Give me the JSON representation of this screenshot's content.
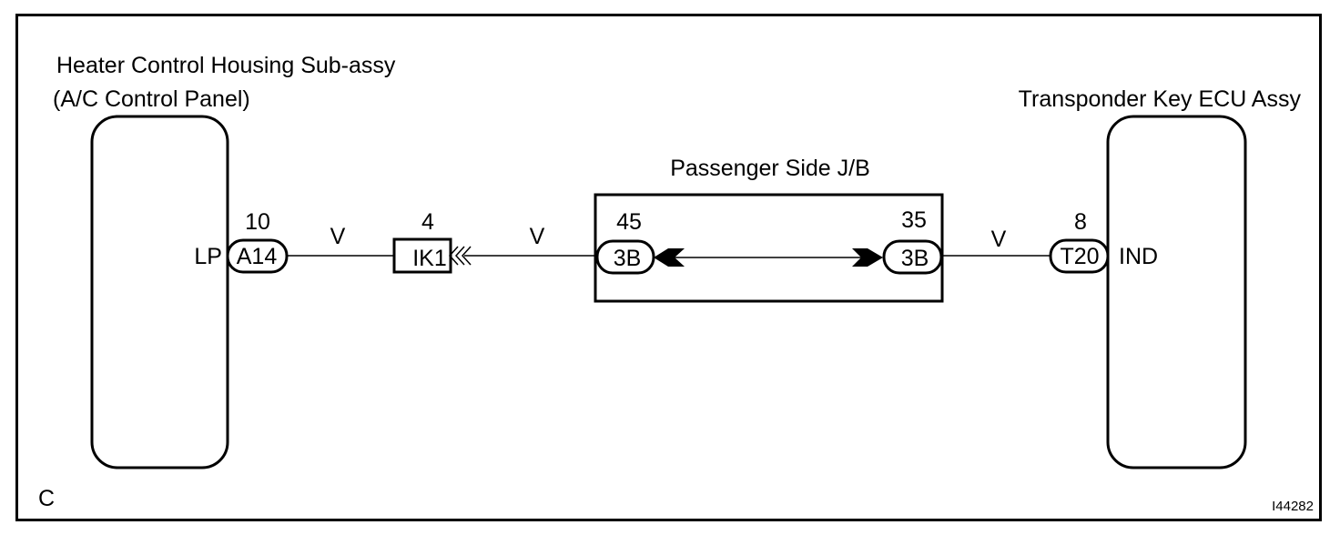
{
  "components": {
    "heater": {
      "title_line1": "Heater Control Housing Sub-assy",
      "title_line2": "(A/C Control Panel)",
      "pin_label": "LP"
    },
    "transponder": {
      "title": "Transponder Key ECU Assy",
      "pin_label": "IND"
    },
    "junction_block": {
      "title": "Passenger Side J/B"
    }
  },
  "connectors": {
    "a14": {
      "code": "A14",
      "pin": "10"
    },
    "ik1": {
      "code": "IK1",
      "pin": "4"
    },
    "jb_left": {
      "code": "3B",
      "pin": "45"
    },
    "jb_right": {
      "code": "3B",
      "pin": "35"
    },
    "t20": {
      "code": "T20",
      "pin": "8"
    }
  },
  "wires": {
    "w1": {
      "color": "V"
    },
    "w2": {
      "color": "V"
    },
    "w3": {
      "color": "V"
    }
  },
  "footer": {
    "corner_letter": "C",
    "figure_id": "I44282"
  }
}
